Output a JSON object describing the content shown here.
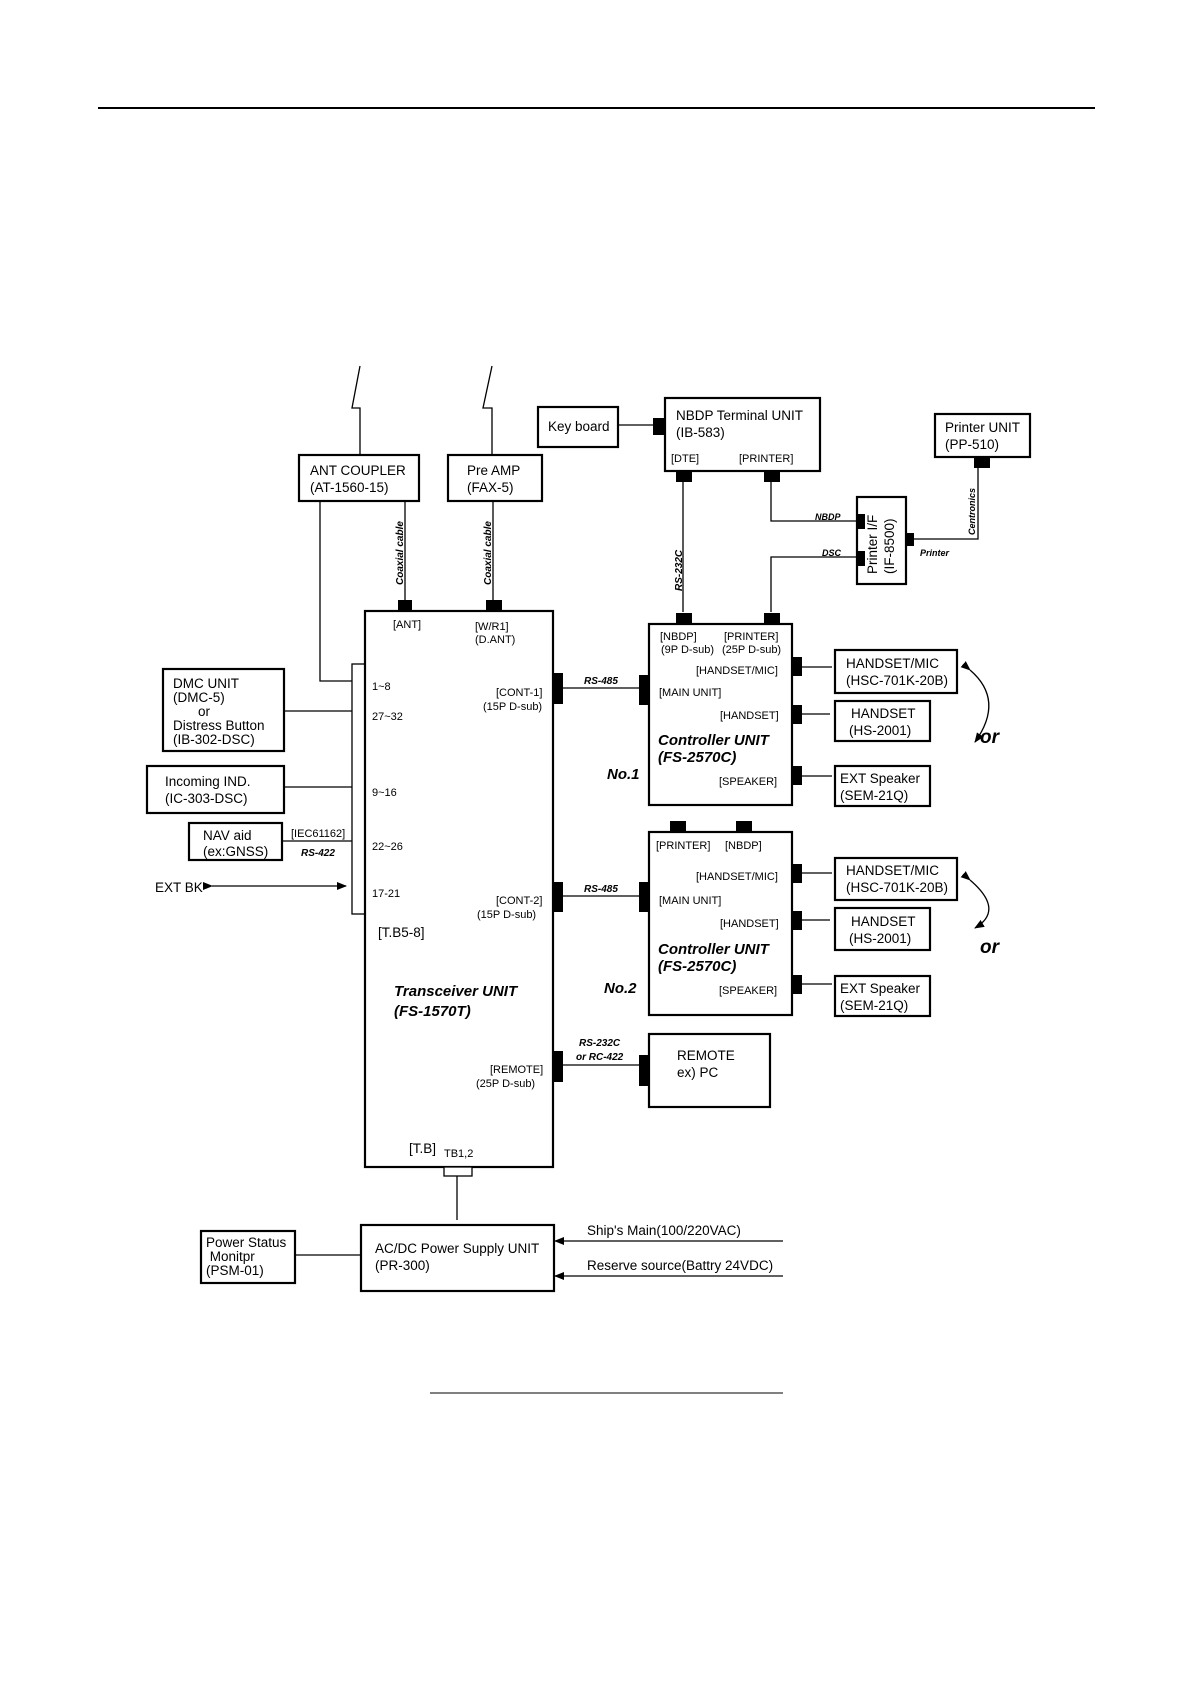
{
  "antennas": {
    "ant_coupler": [
      "ANT COUPLER",
      "(AT-1560-15)"
    ],
    "pre_amp": [
      "Pre AMP",
      "(FAX-5)"
    ]
  },
  "keyboard": [
    "Key board"
  ],
  "nbdp_terminal": {
    "name": [
      "NBDP Terminal UNIT",
      "(IB-583)"
    ],
    "ports": {
      "dte": "[DTE]",
      "printer": "[PRINTER]"
    }
  },
  "printer_unit": [
    "Printer UNIT",
    "(PP-510)"
  ],
  "printer_if": [
    "Printer I/F",
    "(IF-8500)"
  ],
  "printer_if_labels": {
    "nbdp": "NBDP",
    "dsc": "DSC",
    "printer": "Printer",
    "centronics": "Centronics"
  },
  "cables": {
    "coaxial_1": "Coaxial cable",
    "coaxial_2": "Coaxial cable",
    "rs232c_vertical": "RS-232C",
    "rs485_1": "RS-485",
    "rs485_2": "RS-485",
    "remote_link": [
      "RS-232C",
      "or RC-422"
    ],
    "rs422": "RS-422",
    "iec": "[IEC61162]"
  },
  "transceiver": {
    "name": [
      "Transceiver UNIT",
      "(FS-1570T)"
    ],
    "ant_port": "[ANT]",
    "wr1_port": [
      "[W/R1]",
      "(D.ANT)"
    ],
    "cont1": [
      "[CONT-1]",
      "(15P D-sub)"
    ],
    "cont2": [
      "[CONT-2]",
      "(15P D-sub)"
    ],
    "remote": [
      "[REMOTE]",
      "(25P D-sub)"
    ],
    "terminals": [
      "1~8",
      "27~32",
      "9~16",
      "22~26",
      "17-21"
    ],
    "tb58": "[T.B5-8]",
    "tb": "[T.B]",
    "tb12": "TB1,2"
  },
  "left_units": {
    "dmc": [
      "DMC UNIT",
      "(DMC-5)",
      "or",
      "Distress Button",
      "(IB-302-DSC)"
    ],
    "incoming": [
      "Incoming IND.",
      "(IC-303-DSC)"
    ],
    "nav": [
      "NAV aid",
      "(ex:GNSS)"
    ],
    "ext_bk": "EXT BK"
  },
  "controller1": {
    "name": [
      "Controller UNIT",
      "(FS-2570C)"
    ],
    "no": "No.1",
    "ports": {
      "nbdp": [
        "[NBDP]",
        "(9P D-sub)"
      ],
      "printer": [
        "[PRINTER]",
        "(25P D-sub)"
      ],
      "handset_mic": "[HANDSET/MIC]",
      "main_unit": "[MAIN UNIT]",
      "handset": "[HANDSET]",
      "speaker": "[SPEAKER]"
    }
  },
  "controller2": {
    "name": [
      "Controller UNIT",
      "(FS-2570C)"
    ],
    "no": "No.2",
    "ports": {
      "printer": "[PRINTER]",
      "nbdp": "[NBDP]",
      "handset_mic": "[HANDSET/MIC]",
      "main_unit": "[MAIN UNIT]",
      "handset": "[HANDSET]",
      "speaker": "[SPEAKER]"
    }
  },
  "peripherals": {
    "handset_mic_1": [
      "HANDSET/MIC",
      "(HSC-701K-20B)"
    ],
    "handset_1": [
      "HANDSET",
      "(HS-2001)"
    ],
    "speaker_1": [
      "EXT Speaker",
      "(SEM-21Q)"
    ],
    "handset_mic_2": [
      "HANDSET/MIC",
      "(HSC-701K-20B)"
    ],
    "handset_2": [
      "HANDSET",
      "(HS-2001)"
    ],
    "speaker_2": [
      "EXT Speaker",
      "(SEM-21Q)"
    ],
    "or_1": "or",
    "or_2": "or"
  },
  "remote_pc": [
    "REMOTE",
    "ex) PC"
  ],
  "power": {
    "psu": [
      "AC/DC Power Supply UNIT",
      "(PR-300)"
    ],
    "monitor": [
      "Power Status",
      " Monitpr",
      "(PSM-01)"
    ],
    "ships_main": "Ship's Main(100/220VAC)",
    "reserve": "Reserve source(Battry 24VDC)"
  }
}
